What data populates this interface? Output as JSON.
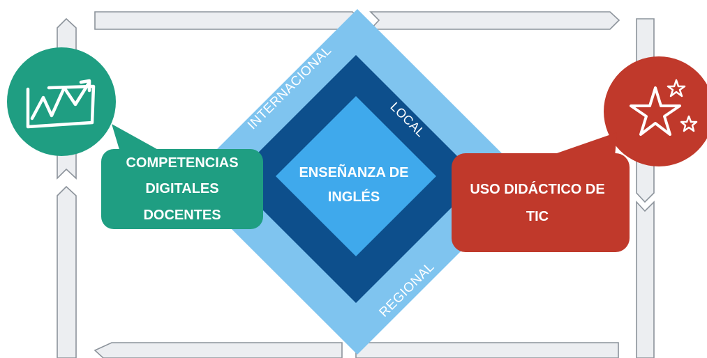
{
  "center": {
    "line1": "ENSEÑANZA DE",
    "line2": "INGLÉS"
  },
  "rings": {
    "outer_label": "INTERNACIONAL",
    "middle_label": "LOCAL",
    "bottom_label": "REGIONAL"
  },
  "left_callout": {
    "line1": "COMPETENCIAS",
    "line2": "DIGITALES",
    "line3": "DOCENTES"
  },
  "right_callout": {
    "line1": "USO DIDÁCTICO DE",
    "line2": "TIC"
  },
  "icons": {
    "left": "trend-chart-icon",
    "right": "stars-icon"
  },
  "colors": {
    "light_blue": "#7fc4ef",
    "dark_blue": "#0d4f8c",
    "center_blue": "#3fa9ec",
    "green": "#1f9e82",
    "red": "#c0392b",
    "frame_fill": "#eceef1",
    "frame_stroke": "#8c939b"
  }
}
